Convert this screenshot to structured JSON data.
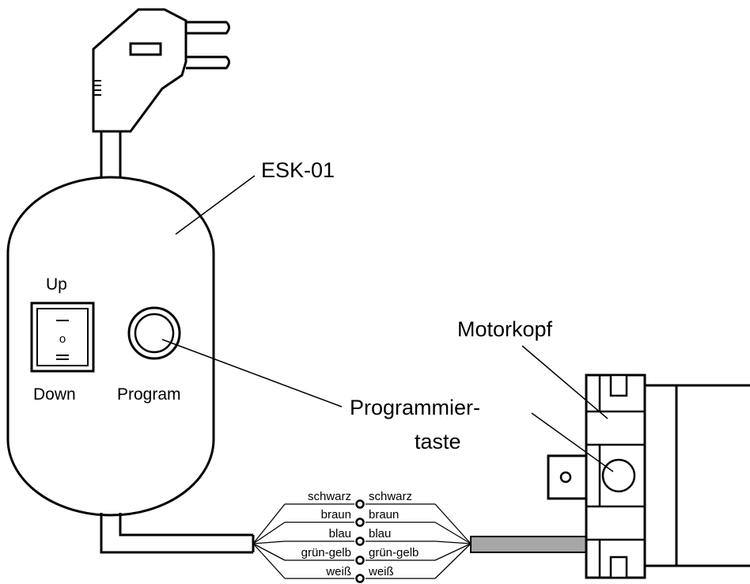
{
  "labels": {
    "device": "ESK-01",
    "switch_up": "Up",
    "switch_down": "Down",
    "switch_off": "o",
    "program": "Program",
    "motor_head": "Motorkopf",
    "program_button_line1": "Programmier-",
    "program_button_line2": "taste"
  },
  "wires": [
    {
      "left": "schwarz",
      "right": "schwarz"
    },
    {
      "left": "braun",
      "right": "braun"
    },
    {
      "left": "blau",
      "right": "blau"
    },
    {
      "left": "grün-gelb",
      "right": "grün-gelb"
    },
    {
      "left": "weiß",
      "right": "weiß"
    }
  ],
  "colors": {
    "stroke": "#000000",
    "cable_gray": "#a6a6a6",
    "background": "#ffffff"
  },
  "icons": {
    "plug": "power-plug-icon",
    "rocker_switch": "rocker-switch-icon",
    "program_button": "round-push-button-icon",
    "motor": "tubular-motor-head-icon"
  }
}
